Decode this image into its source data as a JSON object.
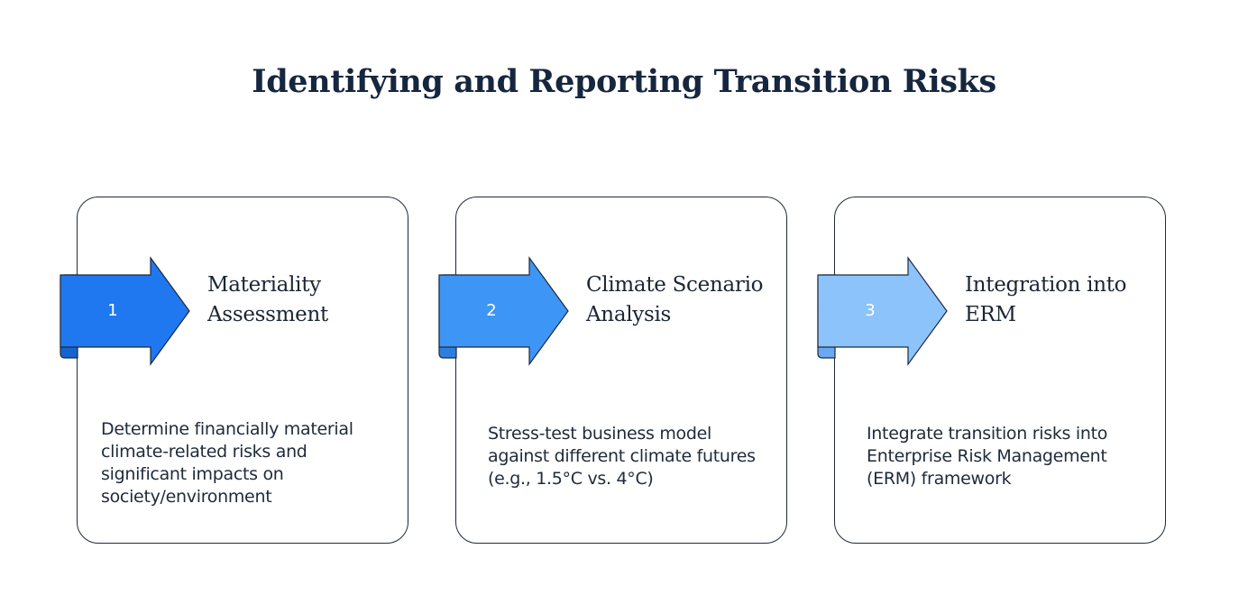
{
  "title": "Identifying and Reporting Transition Risks",
  "colors": {
    "step1_fill": "#1f78f0",
    "step1_dark": "#1564cf",
    "step2_fill": "#3d96f5",
    "step2_dark": "#2c7fe0",
    "step3_fill": "#8cc3fb",
    "step3_dark": "#6aa9ef",
    "outline": "#1f2a3a"
  },
  "steps": [
    {
      "number": "1",
      "title": "Materiality Assessment",
      "description": "Determine financially material climate-related risks and significant impacts on society/environment"
    },
    {
      "number": "2",
      "title": "Climate Scenario Analysis",
      "description": "Stress-test business model against different climate futures (e.g., 1.5°C vs. 4°C)"
    },
    {
      "number": "3",
      "title": "Integration into ERM",
      "description": "Integrate transition risks into Enterprise Risk Management (ERM) framework"
    }
  ]
}
